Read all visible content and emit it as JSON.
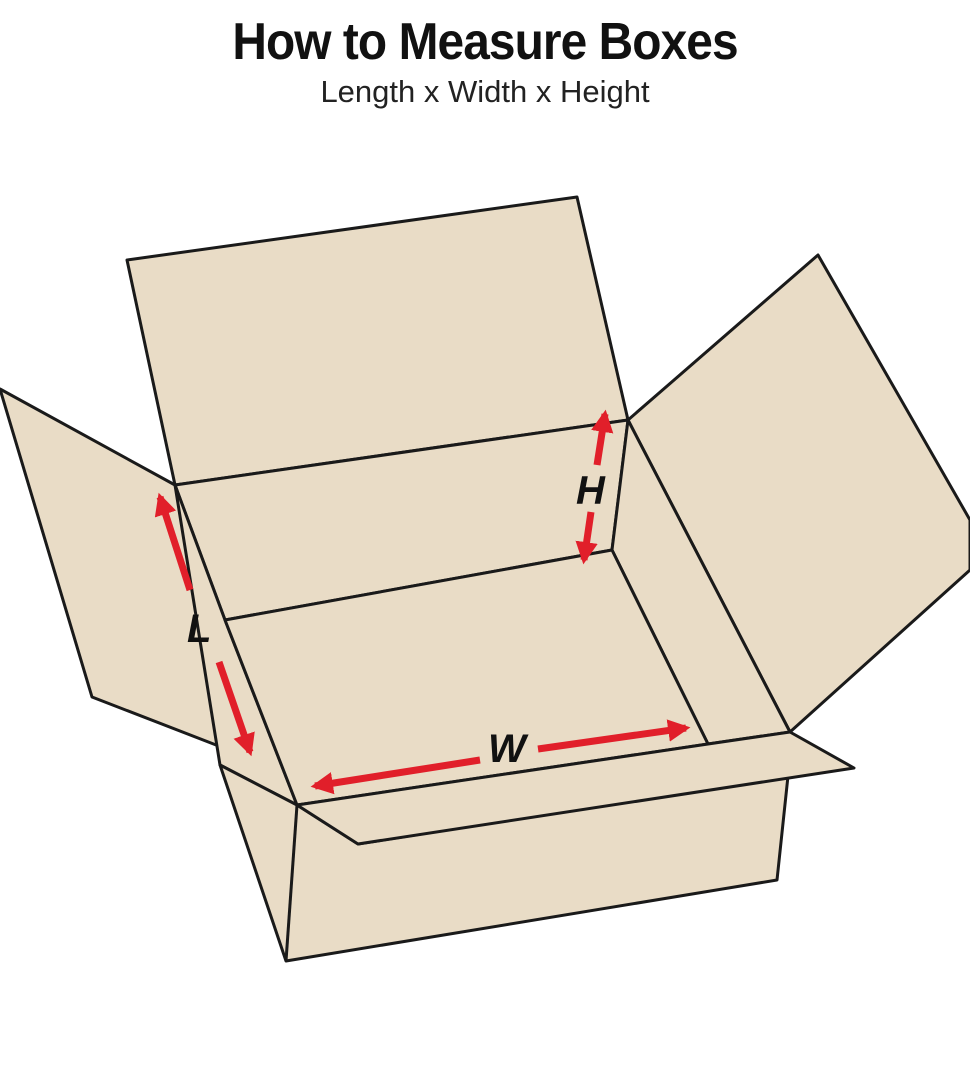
{
  "header": {
    "title": "How to Measure Boxes",
    "subtitle": "Length x Width x Height"
  },
  "diagram": {
    "labels": {
      "length": "L",
      "width": "W",
      "height": "H"
    },
    "colors": {
      "box_fill": "#e9dcc6",
      "outline": "#1a1a1a",
      "arrow": "#e11f2a"
    }
  }
}
